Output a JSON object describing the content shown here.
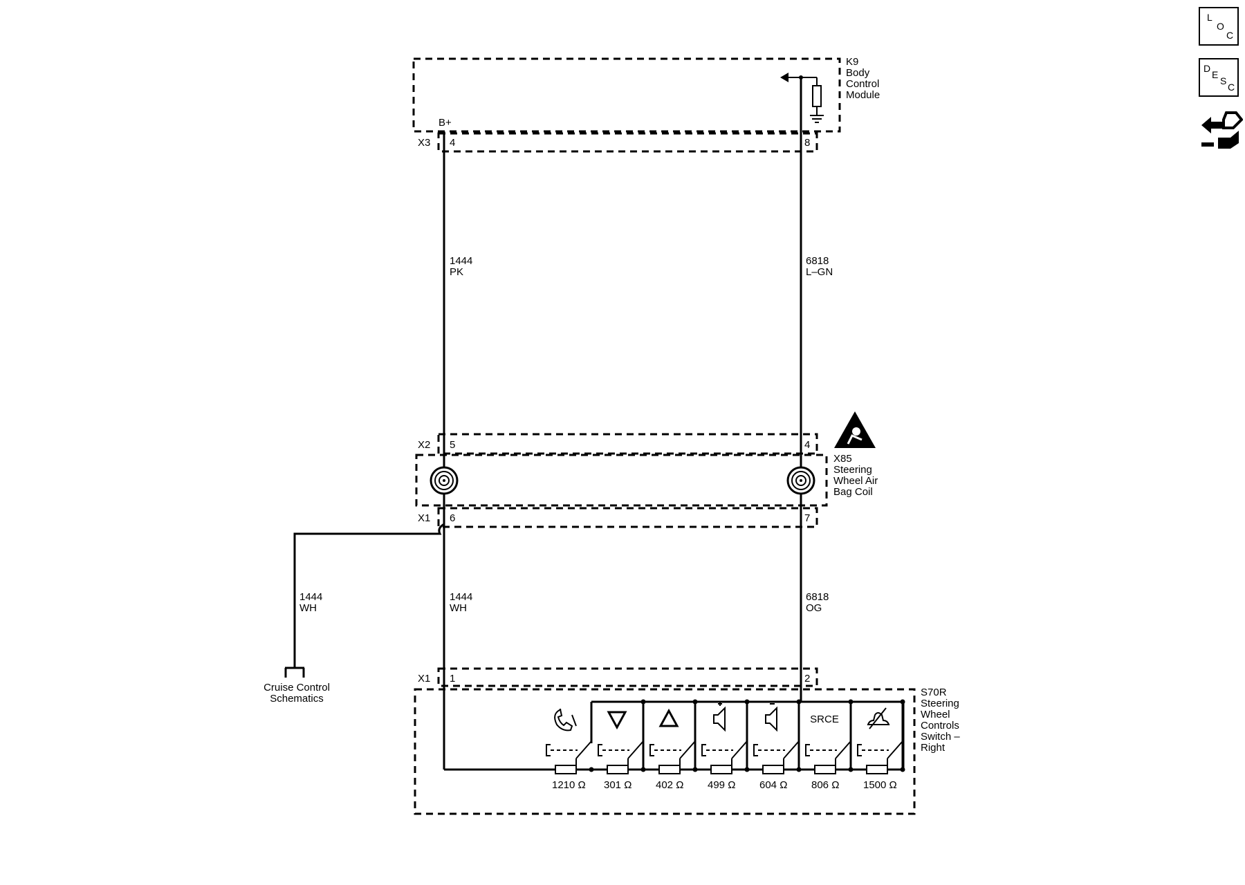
{
  "nav": {
    "loc": {
      "l1": "L",
      "l2": "O",
      "l3": "C"
    },
    "desc": {
      "l1": "D",
      "l2": "E",
      "l3": "S",
      "l4": "C"
    }
  },
  "components": {
    "k9": {
      "line1": "K9",
      "line2": "Body",
      "line3": "Control",
      "line4": "Module"
    },
    "x85": {
      "line1": "X85",
      "line2": "Steering",
      "line3": "Wheel Air",
      "line4": "Bag Coil"
    },
    "s70r": {
      "line1": "S70R",
      "line2": "Steering",
      "line3": "Wheel",
      "line4": "Controls",
      "line5": "Switch –",
      "line6": "Right"
    }
  },
  "supply": "B+",
  "connectors": {
    "x3": {
      "name": "X3",
      "pin_left": "4",
      "pin_right": "8"
    },
    "x2": {
      "name": "X2",
      "pin_left": "5",
      "pin_right": "4"
    },
    "x1_coil": {
      "name": "X1",
      "pin_left": "6",
      "pin_right": "7"
    },
    "x1_switch": {
      "name": "X1",
      "pin_left": "1",
      "pin_right": "2"
    }
  },
  "wires": {
    "upper_left": {
      "circuit": "1444",
      "color": "PK"
    },
    "upper_right": {
      "circuit": "6818",
      "color": "L–GN"
    },
    "lower_left": {
      "circuit": "1444",
      "color": "WH"
    },
    "lower_right": {
      "circuit": "6818",
      "color": "OG"
    },
    "branch": {
      "circuit": "1444",
      "color": "WH"
    }
  },
  "cruise_ref": {
    "line1": "Cruise Control",
    "line2": "Schematics"
  },
  "switches": [
    {
      "icon": "phone-icon",
      "label": ""
    },
    {
      "icon": "triangle-down-icon",
      "label": ""
    },
    {
      "icon": "triangle-up-icon",
      "label": ""
    },
    {
      "icon": "volume-up-icon",
      "label": ""
    },
    {
      "icon": "volume-down-icon",
      "label": ""
    },
    {
      "icon": "",
      "label": "SRCE"
    },
    {
      "icon": "mute-icon",
      "label": ""
    }
  ],
  "resistors": [
    {
      "value": "1210",
      "unit": "Ω"
    },
    {
      "value": "301",
      "unit": "Ω"
    },
    {
      "value": "402",
      "unit": "Ω"
    },
    {
      "value": "499",
      "unit": "Ω"
    },
    {
      "value": "604",
      "unit": "Ω"
    },
    {
      "value": "806",
      "unit": "Ω"
    },
    {
      "value": "1500",
      "unit": "Ω"
    }
  ]
}
